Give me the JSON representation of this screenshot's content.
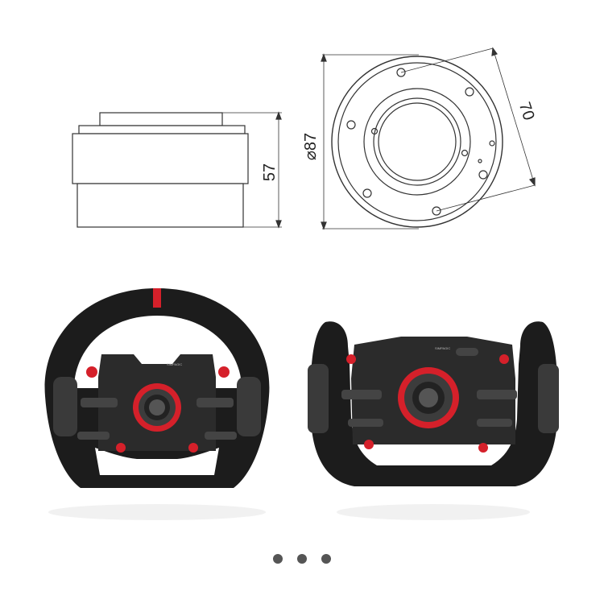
{
  "dimensions": {
    "height_label": "57",
    "diameter_label": "⌀87",
    "bolt_label": "70"
  },
  "wheels": {
    "left_brand_text": "SIMPAGIC",
    "right_brand_text": "SIMPAGIC"
  },
  "carousel": {
    "page_count": 3,
    "active_index": 0
  },
  "colors": {
    "line": "#333333",
    "suede": "#1c1c1c",
    "accent_red": "#d5202a",
    "carbon": "#3a3a3a"
  }
}
